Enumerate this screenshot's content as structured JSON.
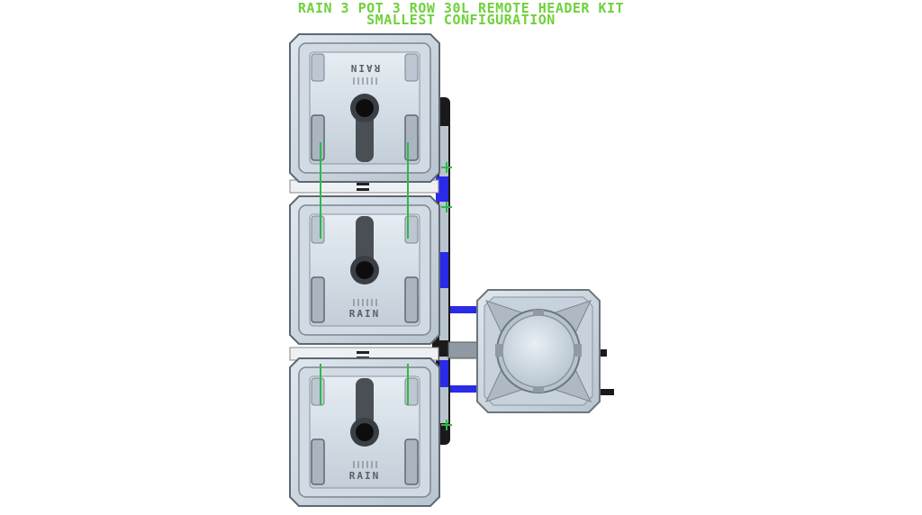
{
  "title": {
    "line1": "RAIN 3 POT 3 ROW 30L REMOTE HEADER KIT",
    "line2": "SMALLEST CONFIGURATION"
  },
  "pots": [
    {
      "label": "RAIN",
      "orientation": "flipped"
    },
    {
      "label": "RAIN",
      "orientation": "normal"
    },
    {
      "label": "RAIN",
      "orientation": "normal"
    }
  ],
  "colors": {
    "title": "#6fd13a",
    "pot_body": "#c9d4de",
    "pot_frame": "#9aa4ae",
    "hose_blue": "#2a2ae8",
    "drip_green": "#2fb84a",
    "pipe_black": "#1a1a1a"
  }
}
